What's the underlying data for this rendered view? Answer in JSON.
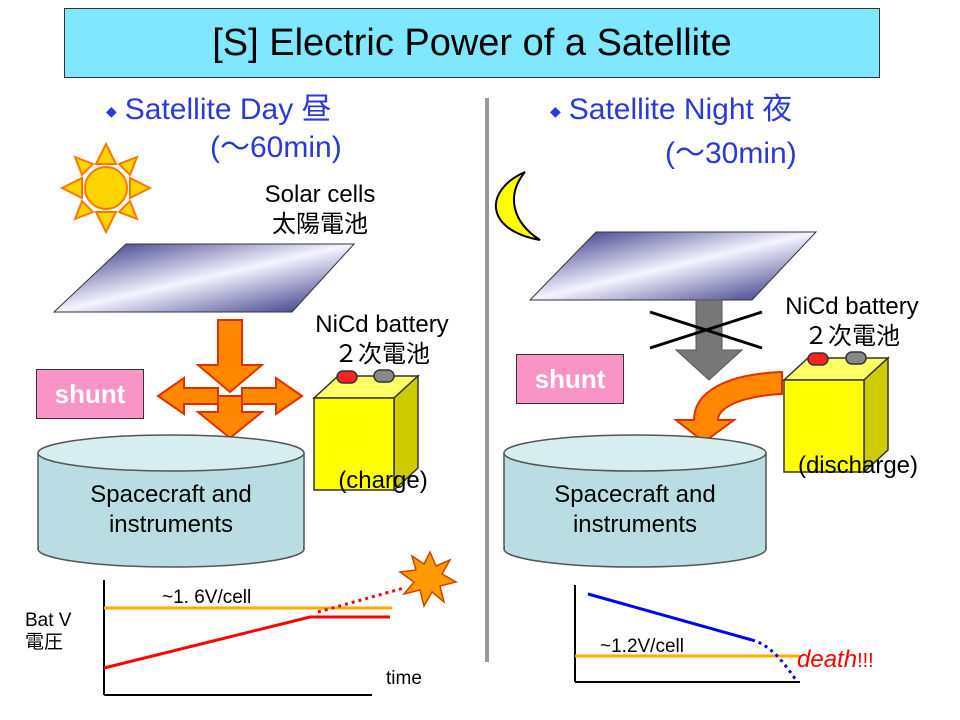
{
  "title": "[S] Electric Power of a Satellite",
  "day": {
    "heading_line1": "Satellite Day 昼",
    "heading_line2": "(〜60min)",
    "solar_label_en": "Solar cells",
    "solar_label_jp": "太陽電池",
    "battery_label_en": "NiCd battery",
    "battery_label_jp": "２次電池",
    "shunt": "shunt",
    "state": "(charge)",
    "load_line1": "Spacecraft and",
    "load_line2": "instruments",
    "voltage_label": "~1. 6V/cell",
    "y_label_en": "Bat V",
    "y_label_jp": "電圧",
    "x_label": "time"
  },
  "night": {
    "heading_line1": "Satellite Night 夜",
    "heading_line2": "(〜30min)",
    "battery_label_en": "NiCd battery",
    "battery_label_jp": "２次電池",
    "shunt": "shunt",
    "state": "(discharge)",
    "load_line1": "Spacecraft and",
    "load_line2": "instruments",
    "voltage_label": "~1.2V/cell",
    "death": "death",
    "death_suffix": "!!!"
  },
  "colors": {
    "title_bg": "#7fe8ff",
    "heading": "#2a3ad6",
    "shunt": "#f894c6",
    "cylinder": "#b9dde3",
    "battery": "#ffff00",
    "arrow": "#ff8800",
    "sun": "#ffd400",
    "moon": "#ffff00",
    "charge_line": "#ff0000",
    "discharge_line": "#0000ff",
    "threshold_line": "#ffaa00"
  }
}
